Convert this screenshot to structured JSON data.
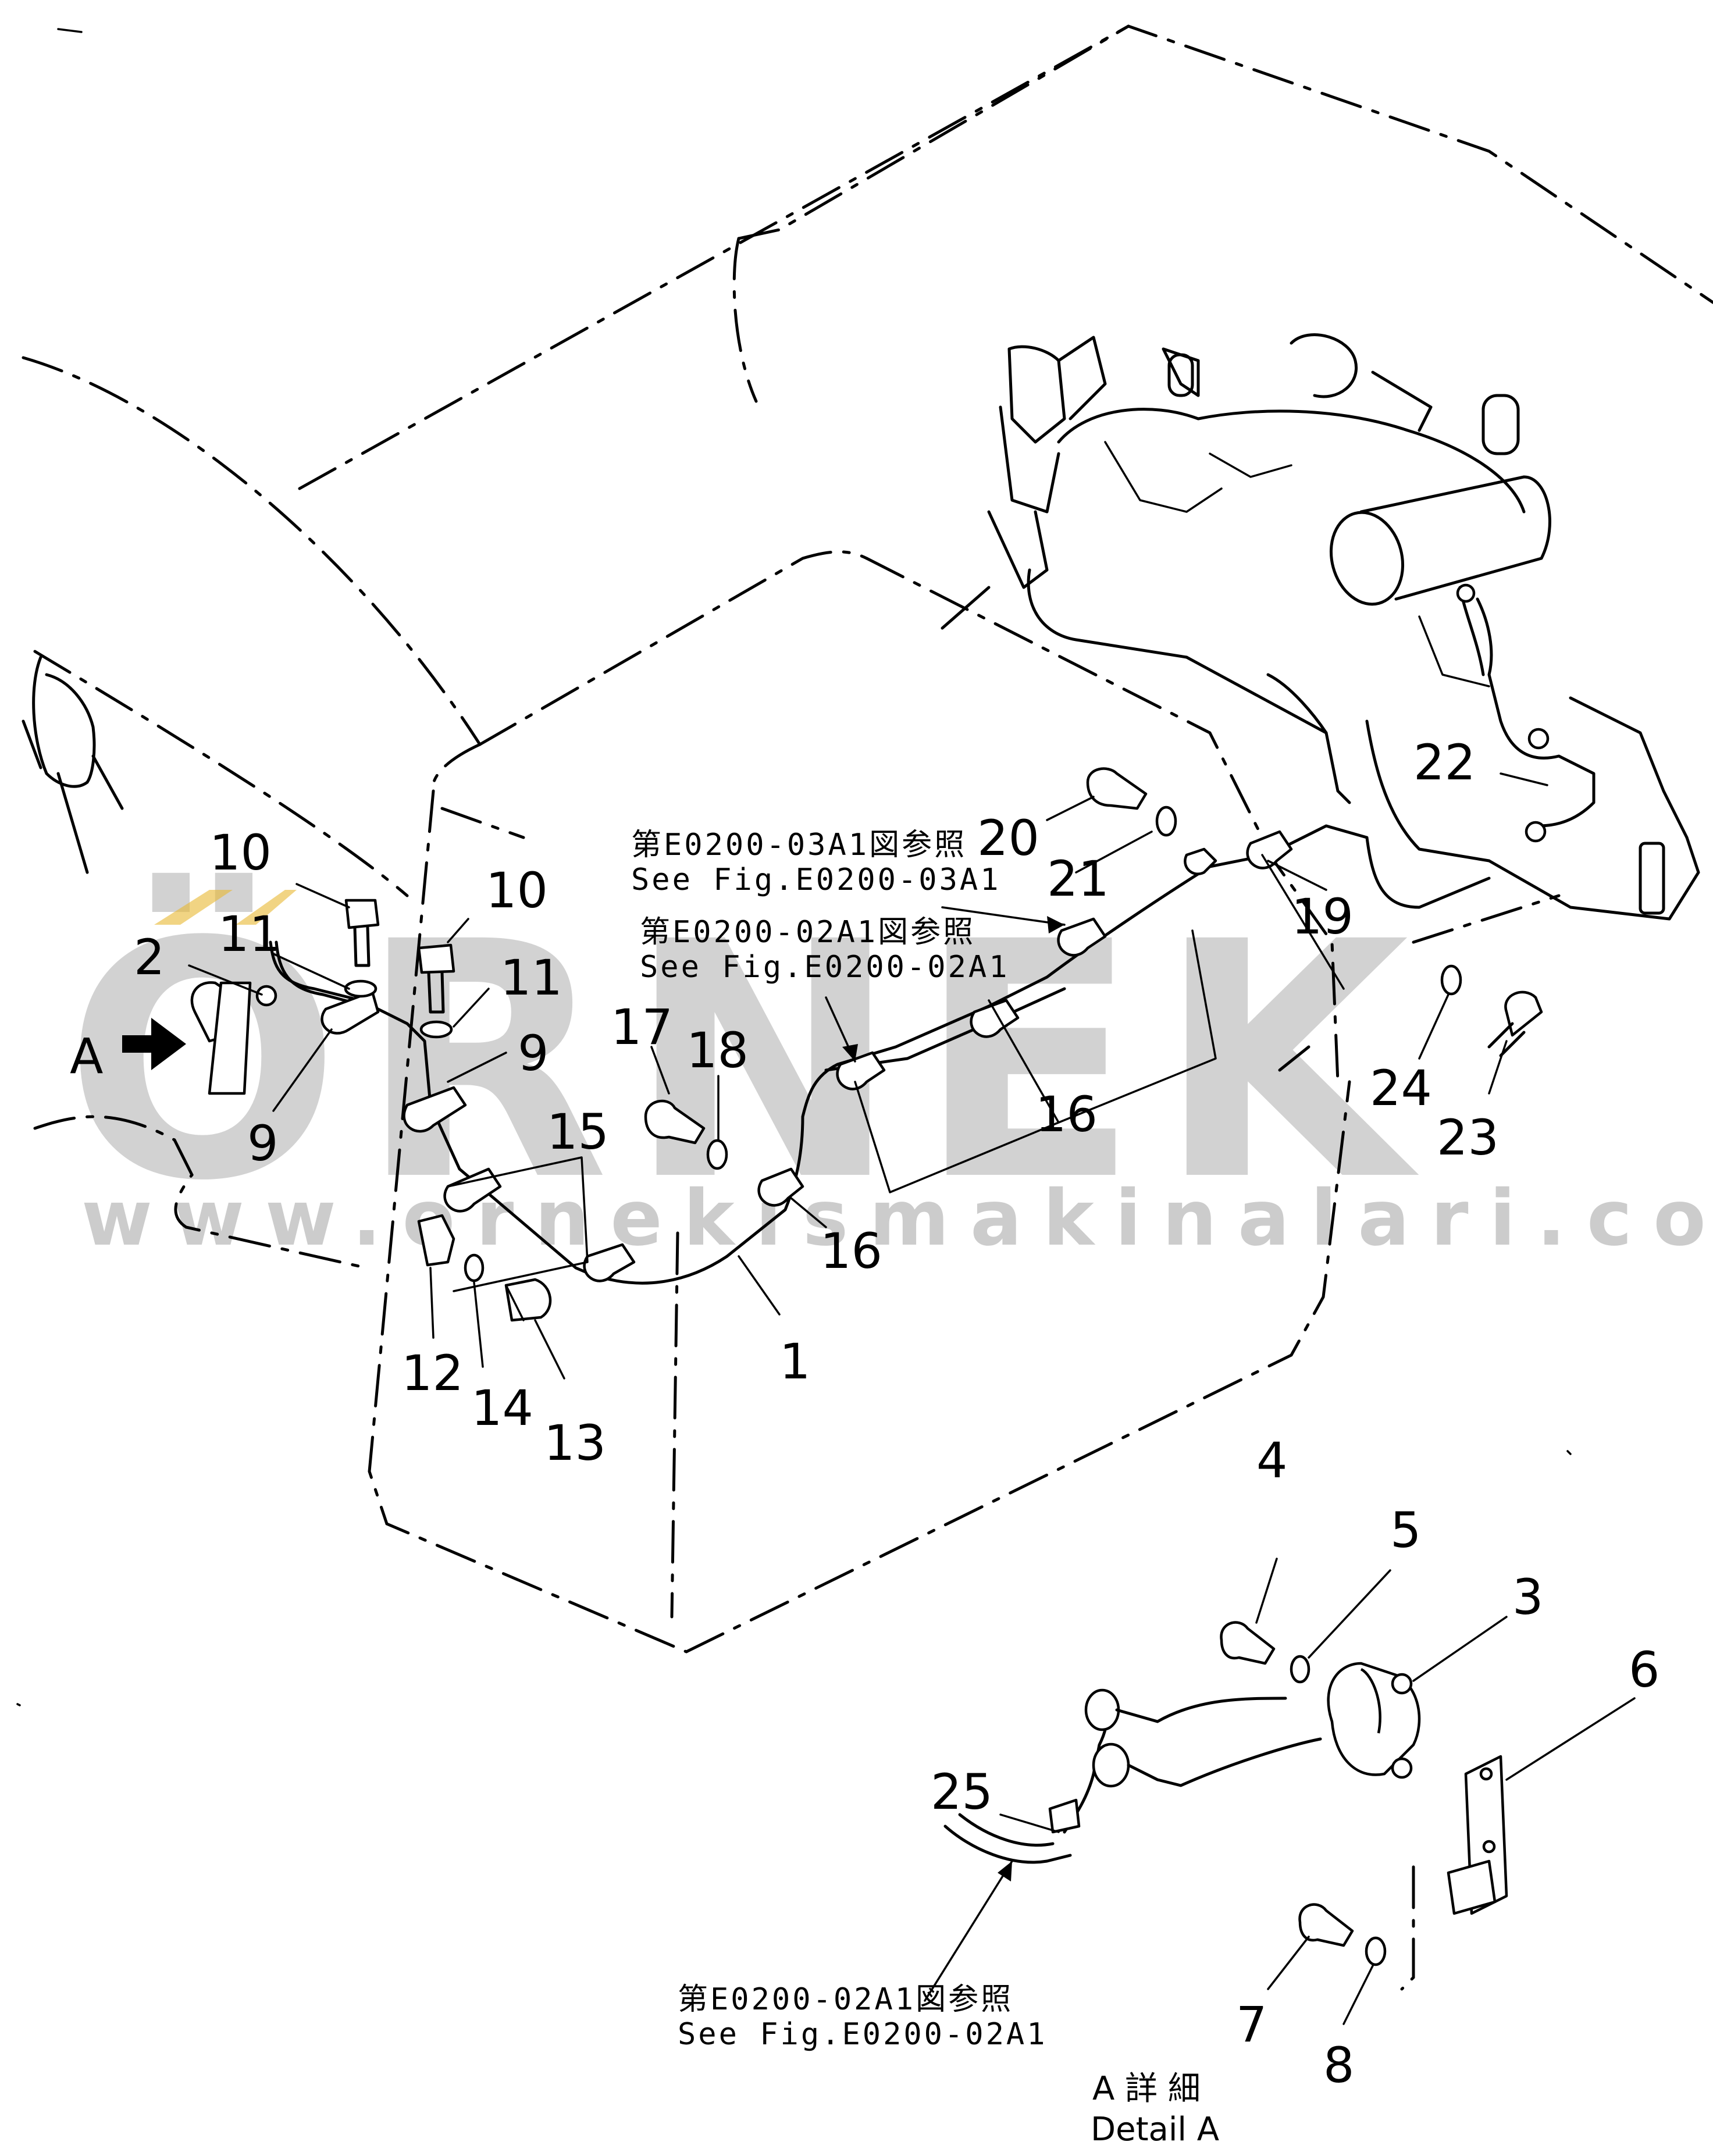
{
  "colors": {
    "line": "#000000",
    "watermark": "#8a8a8a",
    "watermark_accent": "#e8b830"
  },
  "watermark": {
    "brand": "ÖRNEK",
    "url": "www.ornekismakinalari.com.tr"
  },
  "references": [
    {
      "jp": "第E0200-03A1図参照",
      "en": "See Fig.E0200-03A1"
    },
    {
      "jp": "第E0200-02A1図参照",
      "en": "See Fig.E0200-02A1"
    },
    {
      "jp": "第E0200-02A1図参照",
      "en": "See Fig.E0200-02A1"
    }
  ],
  "view_marker": "A",
  "detail": {
    "jp": "A 詳 細",
    "en": "Detail A"
  },
  "part_labels": [
    "1",
    "2",
    "3",
    "4",
    "5",
    "6",
    "7",
    "8",
    "9",
    "9",
    "10",
    "10",
    "11",
    "11",
    "12",
    "13",
    "14",
    "15",
    "16",
    "16",
    "17",
    "18",
    "19",
    "20",
    "21",
    "22",
    "23",
    "24",
    "25"
  ]
}
